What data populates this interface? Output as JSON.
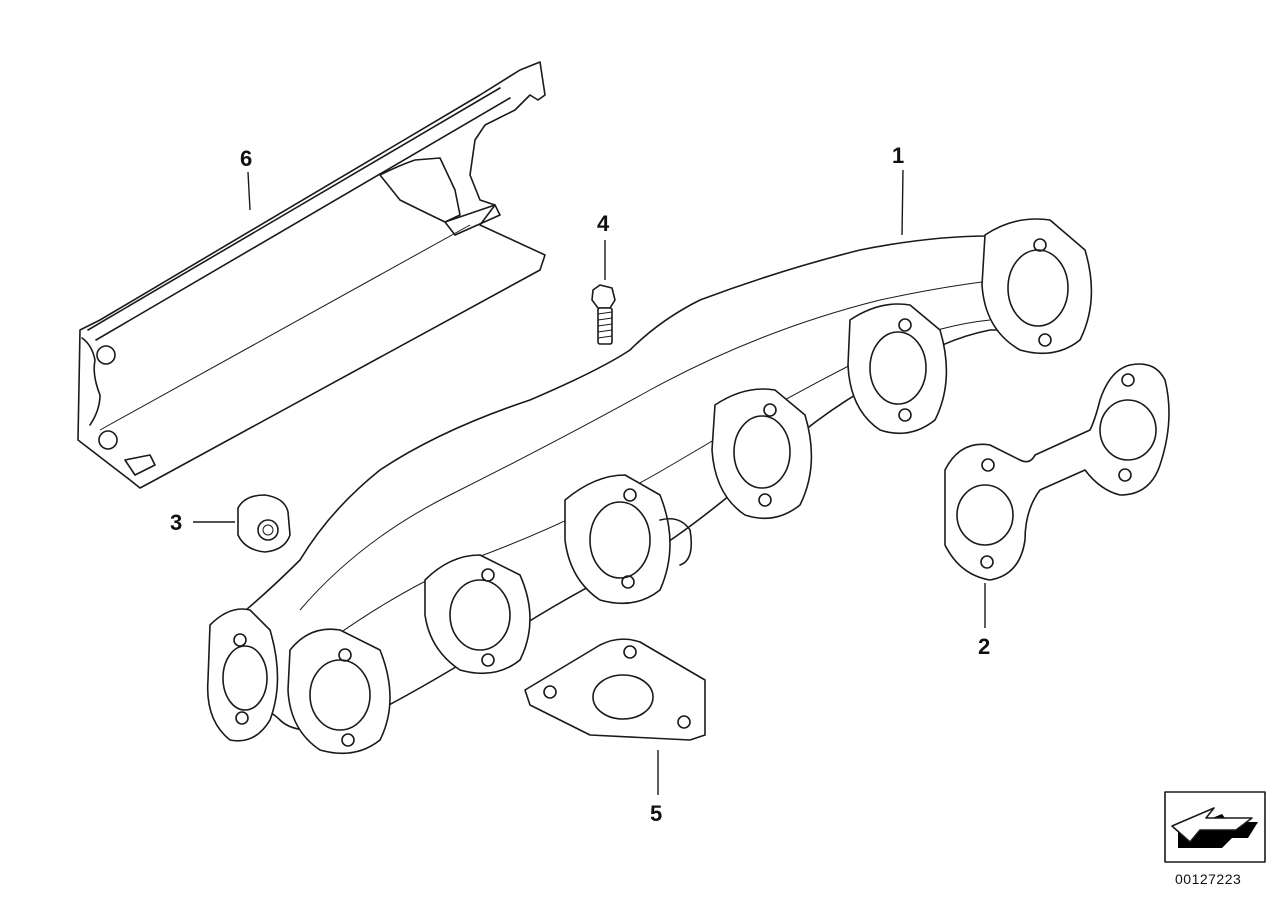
{
  "diagram": {
    "callouts": [
      {
        "id": "1",
        "label": "1"
      },
      {
        "id": "2",
        "label": "2"
      },
      {
        "id": "3",
        "label": "3"
      },
      {
        "id": "4",
        "label": "4"
      },
      {
        "id": "5",
        "label": "5"
      },
      {
        "id": "6",
        "label": "6"
      }
    ],
    "document_number": "00127223",
    "orientation_icon": "direction-arrow-icon",
    "colors": {
      "line": "#1a1a1a",
      "background": "#ffffff",
      "arrow_fill": "#000000"
    }
  }
}
